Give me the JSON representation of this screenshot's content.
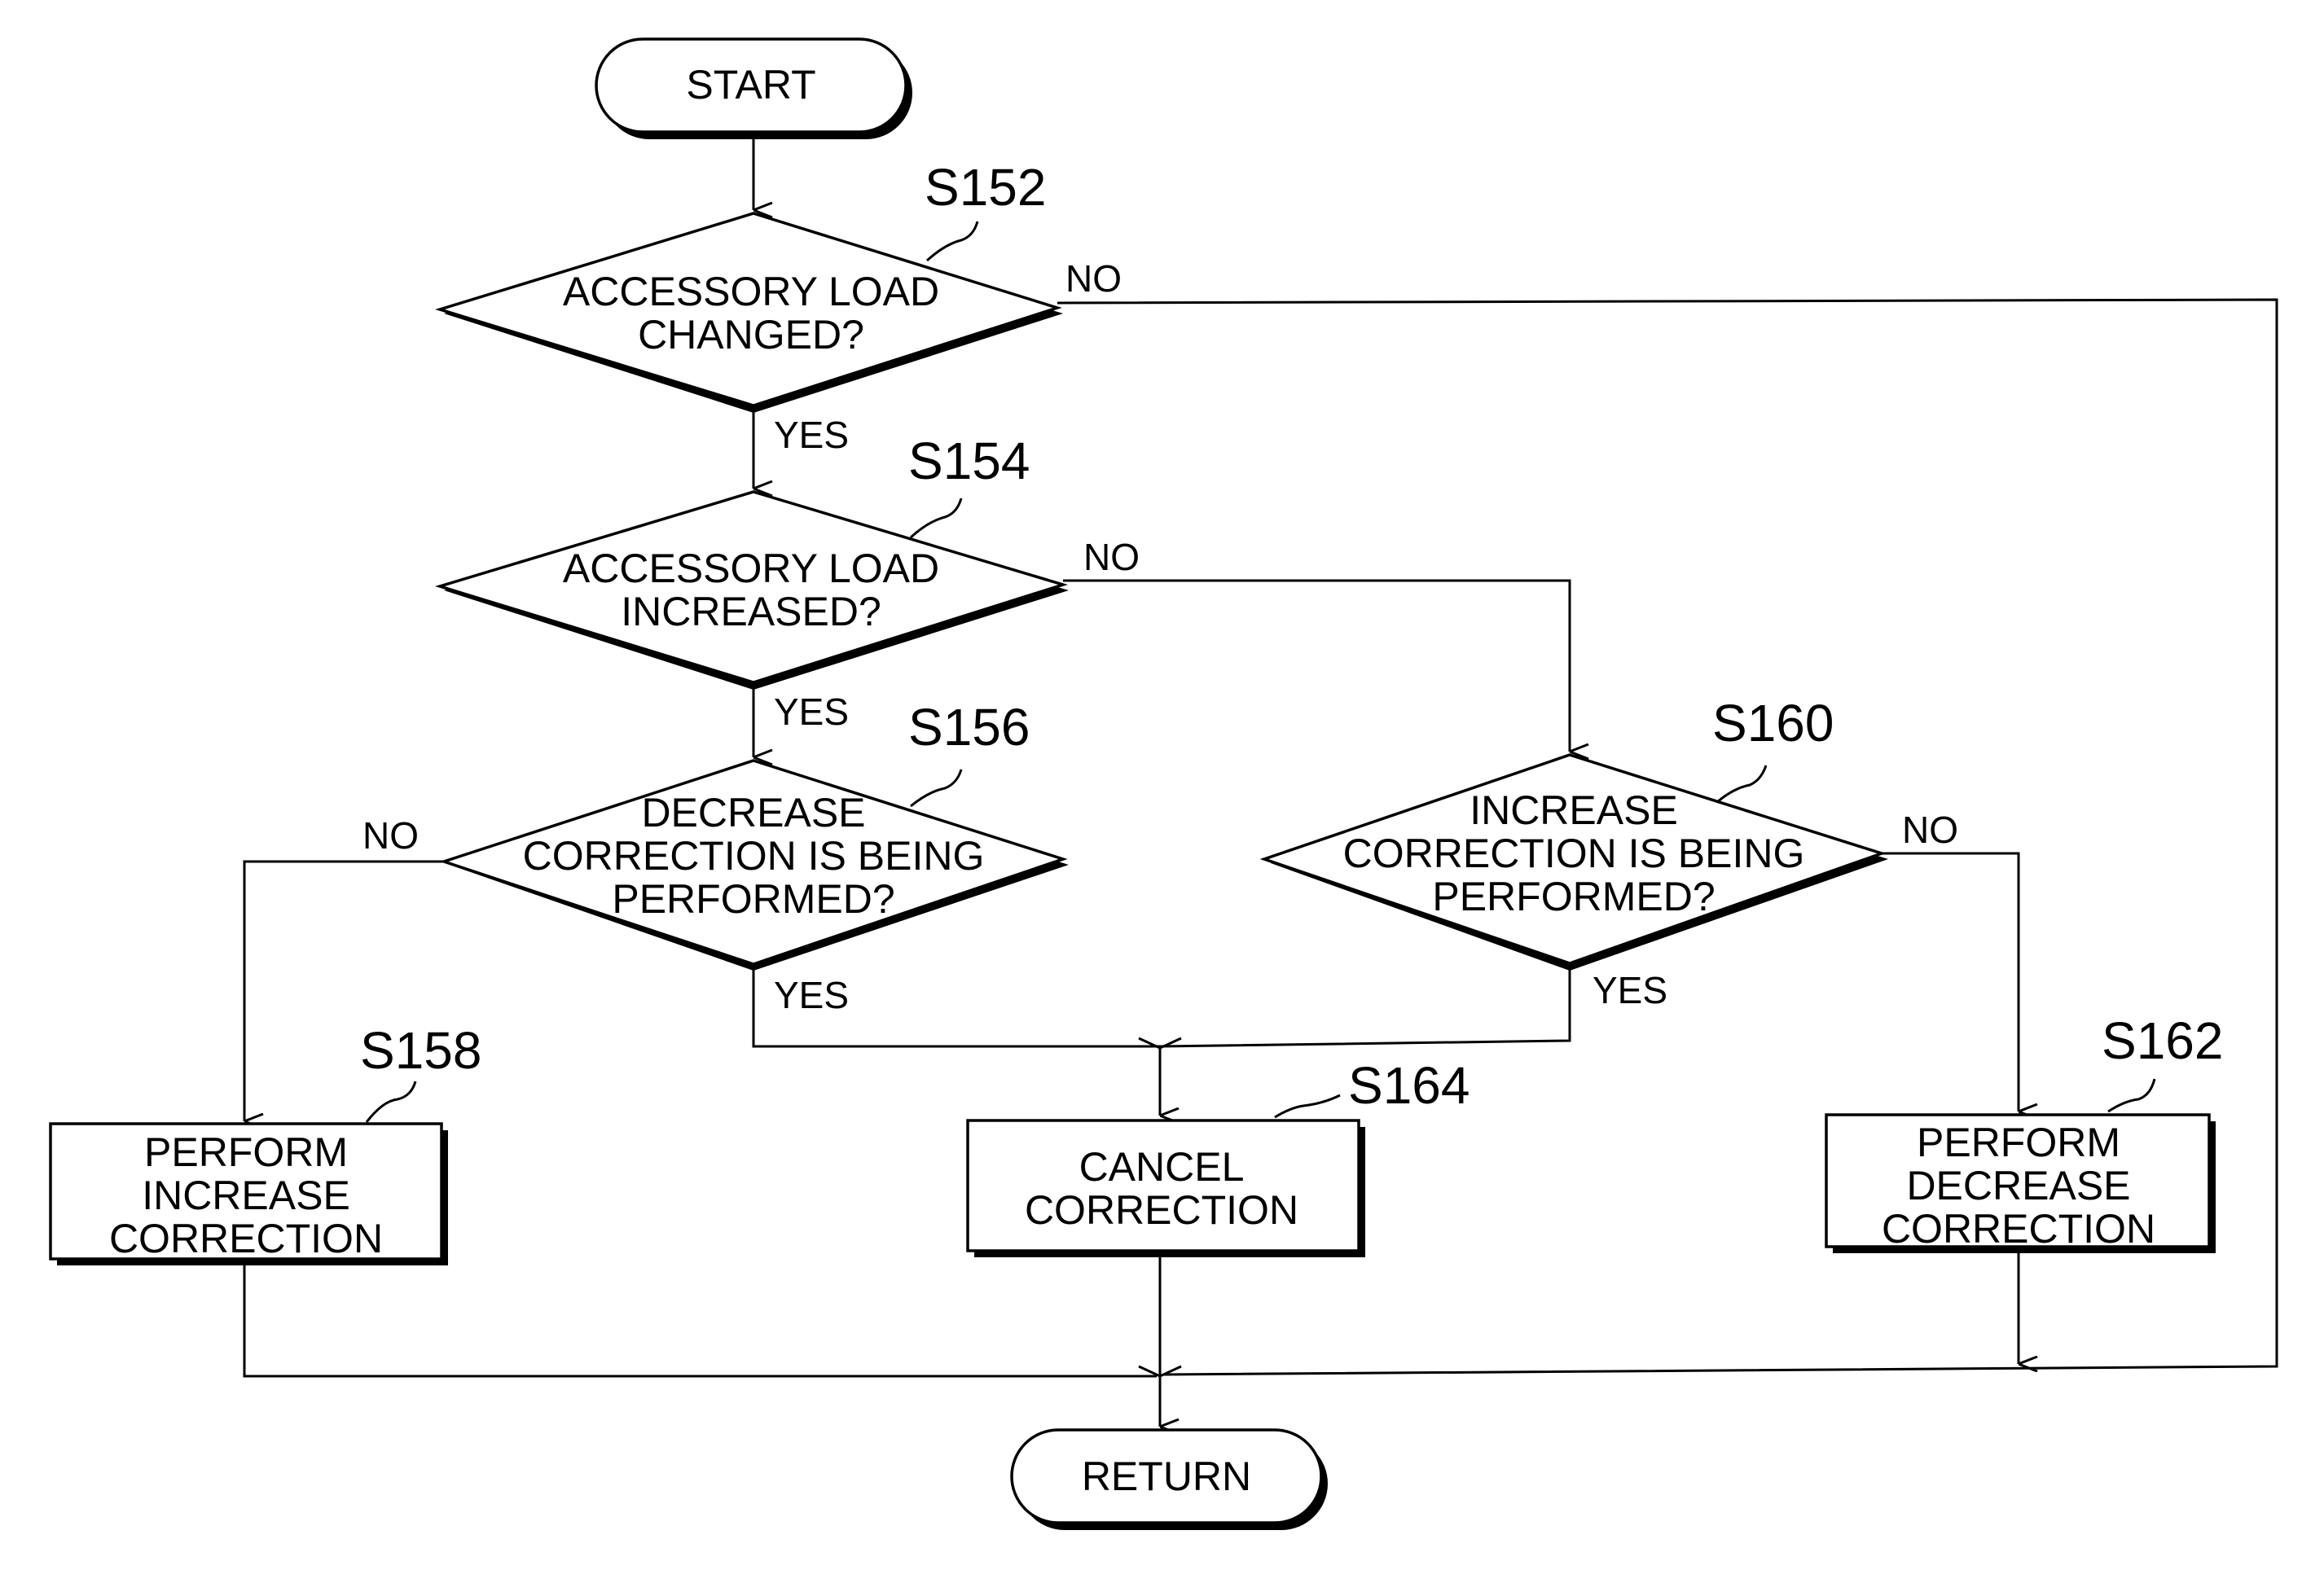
{
  "terminals": {
    "start": "START",
    "return": "RETURN"
  },
  "decisions": {
    "s152": {
      "step": "S152",
      "line1": "ACCESSORY LOAD",
      "line2": "CHANGED?"
    },
    "s154": {
      "step": "S154",
      "line1": "ACCESSORY LOAD",
      "line2": "INCREASED?"
    },
    "s156": {
      "step": "S156",
      "line1": "DECREASE",
      "line2": "CORRECTION IS BEING",
      "line3": "PERFORMED?"
    },
    "s160": {
      "step": "S160",
      "line1": "INCREASE",
      "line2": "CORRECTION IS BEING",
      "line3": "PERFORMED?"
    }
  },
  "processes": {
    "s158": {
      "step": "S158",
      "line1": "PERFORM",
      "line2": "INCREASE",
      "line3": "CORRECTION"
    },
    "s164": {
      "step": "S164",
      "line1": "CANCEL",
      "line2": "CORRECTION"
    },
    "s162": {
      "step": "S162",
      "line1": "PERFORM",
      "line2": "DECREASE",
      "line3": "CORRECTION"
    }
  },
  "branch_labels": {
    "s152_no": "NO",
    "s152_yes": "YES",
    "s154_no": "NO",
    "s154_yes": "YES",
    "s156_no": "NO",
    "s156_yes": "YES",
    "s160_no": "NO",
    "s160_yes": "YES"
  }
}
